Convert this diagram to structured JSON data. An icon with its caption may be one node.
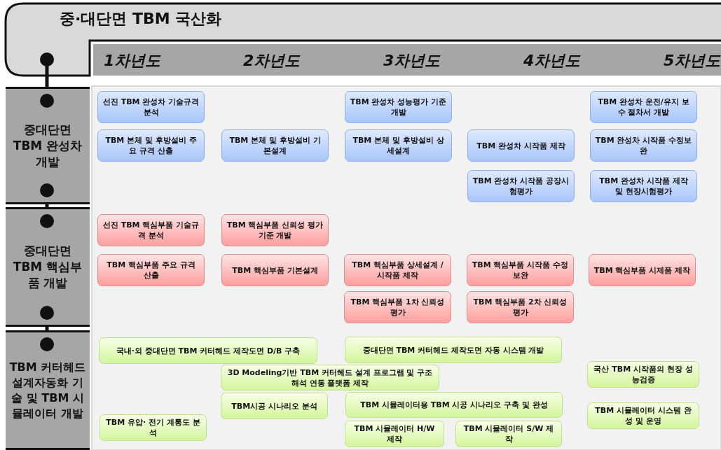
{
  "diagram": {
    "title": "중·대단면 TBM 국산화",
    "nodes": [
      {
        "text": [
          "중대단면 TBM 완성차 개발"
        ]
      },
      {
        "text": [
          "선진 TBM 완성차 기술규격 분석"
        ]
      },
      {
        "text": [
          "TBM 본체 및 후방설비 주요 규격 산출"
        ]
      },
      {
        "text": [
          "TBM 본체 및 후방설비 기본설계"
        ]
      },
      {
        "text": [
          "TBM 완성차 성능평가 기준 개발"
        ]
      },
      {
        "text": [
          "TBM 본체 및 후방설비 상세설계"
        ]
      },
      {
        "text": [
          "TBM 완성차 시작품 제작"
        ]
      },
      {
        "text": [
          "TBM 완성차 시작품 공장시험평가"
        ]
      },
      {
        "text": [
          "TBM 완성차 운전/유지 보수 절차서 개발"
        ]
      },
      {
        "text": [
          "TBM 완성차 시작품 수정보완"
        ]
      },
      {
        "text": [
          "TBM 완성차 시작품 제작 및 현장시험평가"
        ]
      },
      {
        "text": [
          "중대단면 TBM 핵심부품 개발"
        ]
      },
      {
        "text": [
          "선진 TBM 핵심부품 기술규격 분석"
        ]
      },
      {
        "text": [
          "TBM 핵심부품 주요 규격 산출"
        ]
      },
      {
        "text": [
          "TBM 핵심부품 신뢰성 평가 기준 개발"
        ]
      },
      {
        "text": [
          "TBM 핵심부품 기본설계"
        ]
      },
      {
        "text": [
          "TBM 핵심부품 상세설계 / 시작품 제작"
        ]
      },
      {
        "text": [
          "TBM 핵심부품 1차 신뢰성 평가"
        ]
      },
      {
        "text": [
          "TBM 핵심부품 시작품 수정보완"
        ]
      },
      {
        "text": [
          "TBM 핵심부품 2차 신뢰성 평가"
        ]
      },
      {
        "text": [
          "TBM 핵심부품 시제품 제작"
        ]
      },
      {
        "text": [
          "TBM 커터헤드 설계자동화 기술 및 TBM 시뮬레이터 개발"
        ]
      },
      {
        "text": [
          "국내·외 중대단면 TBM 커터헤드 제작도면 D/B 구축"
        ]
      },
      {
        "text": [
          "중대단면 TBM 커터헤드 제작도면 자동 시스템 개발"
        ]
      },
      {
        "text": [
          "3D Modeling기반 TBM 커터헤드 설계 프로그램 및 구조해석 연동 플랫폼 제작"
        ]
      },
      {
        "text": [
          "국산 TBM 시작품의 현장 성능검증"
        ]
      },
      {
        "text": [
          "TBM시공 시나리오 분석"
        ]
      },
      {
        "text": [
          "TBM 시뮬레이터용 TBM 시공 시나리오 구축 및 완성"
        ]
      },
      {
        "text": [
          "TBM 시뮬레이터 시스템 완성 및 운영"
        ]
      },
      {
        "text": [
          "TBM 유압· 전기 계통도 분석"
        ]
      },
      {
        "text": [
          "TBM 시뮬레이터 H/W 제작"
        ]
      },
      {
        "text": [
          "TBM 시뮬레이터 S/W 제작"
        ]
      }
    ],
    "edges": [
      {
        "from": null,
        "to": 0,
        "arrow": "other"
      },
      {
        "from": 0,
        "to": 11,
        "arrow": "other"
      },
      {
        "from": 11,
        "to": 21,
        "arrow": "other"
      }
    ],
    "labels": [
      "1차년도",
      "2차년도",
      "3차년도",
      "4차년도",
      "5차년도"
    ]
  }
}
